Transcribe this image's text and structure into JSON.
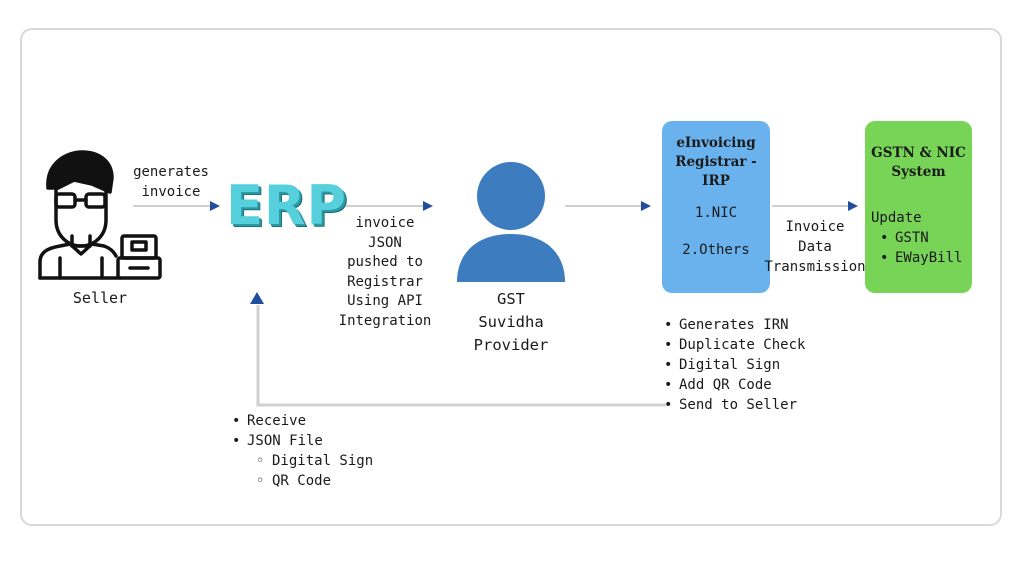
{
  "colors": {
    "irp_box": "#6ab2ee",
    "gstn_box": "#77d456",
    "arrow": "#1f4e9e",
    "line": "#bfbfbf",
    "person": "#3d7cbf",
    "erp_logo": "#55d0dc"
  },
  "seller": {
    "label": "Seller",
    "icon": "seller-with-cash-register-icon"
  },
  "edge_generates": {
    "line1": "generates",
    "line2": "invoice"
  },
  "erp": {
    "logo_text": "ERP"
  },
  "edge_push": {
    "lines": [
      "invoice",
      "JSON",
      "pushed to",
      "Registrar",
      "Using API",
      "Integration"
    ]
  },
  "gsp": {
    "icon": "person-icon",
    "lines": [
      "GST",
      "Suvidha",
      "Provider"
    ]
  },
  "irp": {
    "title_lines": [
      "eInvoicing",
      "Registrar -",
      "IRP"
    ],
    "item1": "1.NIC",
    "item2": "2.Others"
  },
  "edge_transmission": {
    "lines": [
      "Invoice",
      "Data",
      "Transmission"
    ]
  },
  "gstn": {
    "title_lines": [
      "GSTN & NIC",
      "System"
    ],
    "update_label": "Update",
    "items": [
      "GSTN",
      "EWayBill"
    ]
  },
  "irp_actions": [
    "Generates IRN",
    "Duplicate Check",
    "Digital Sign",
    "Add QR Code",
    "Send to Seller"
  ],
  "seller_receives": {
    "items": [
      "Receive",
      "JSON File"
    ],
    "sub_items": [
      "Digital Sign",
      "QR Code"
    ]
  }
}
